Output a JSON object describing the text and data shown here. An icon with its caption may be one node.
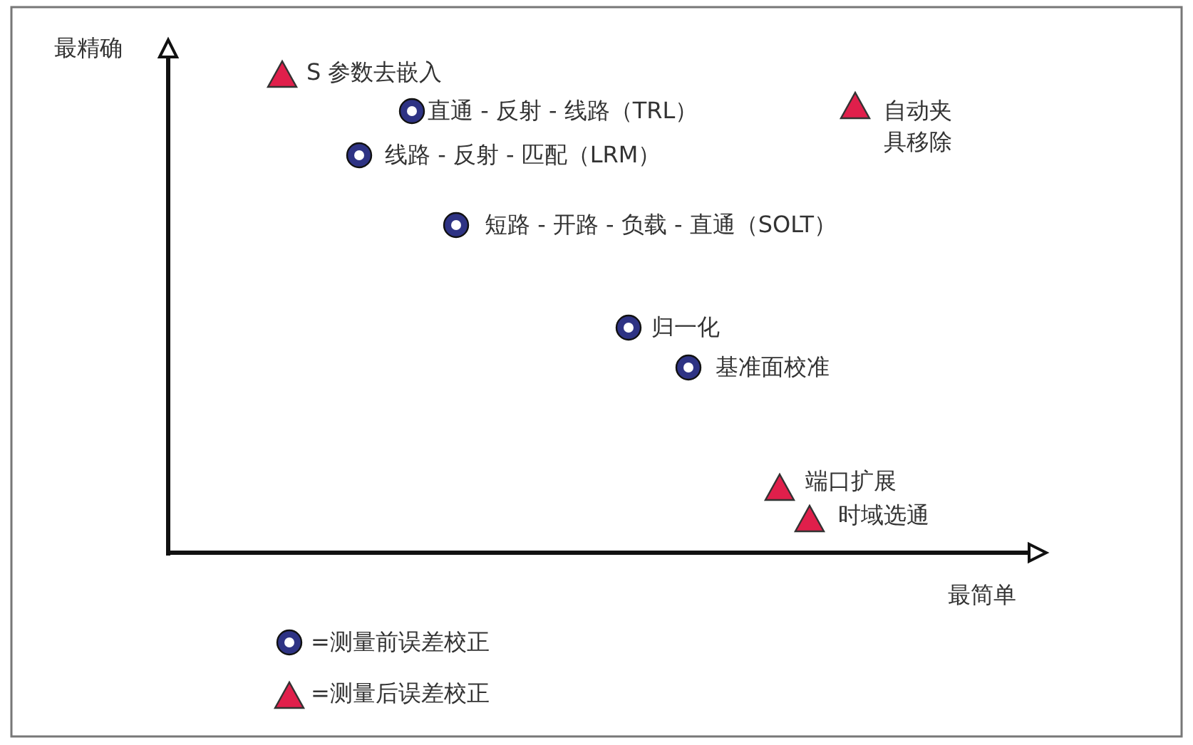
{
  "diagram": {
    "labels": [
      "最精确",
      "S 参数去嵌入",
      "直通 - 反射 - 线路（TRL）",
      "自动夹具移除",
      "线路 - 反射 - 匹配（LRM）",
      "短路 - 开路 - 负载 - 直通（SOLT）",
      "归一化",
      "基准面校准",
      "端口扩展",
      "时域选通",
      "最简单"
    ],
    "legend": [
      {
        "text": "=测量前误差校正"
      },
      {
        "text": "=测量后误差校正"
      }
    ]
  }
}
